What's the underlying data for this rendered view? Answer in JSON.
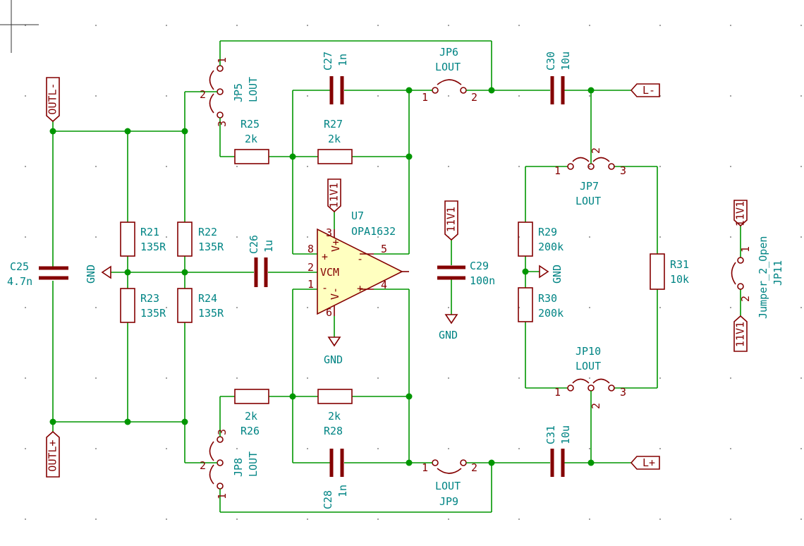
{
  "colors": {
    "wire": "#009600",
    "body": "#840000",
    "text": "#008484",
    "opamp_fill": "#ffffc0",
    "background": "#ffffff"
  },
  "labels": {
    "outl_minus": "OUTL-",
    "outl_plus": "OUTL+",
    "l_minus": "L-",
    "l_plus": "L+",
    "pwr_11v1": "11V1",
    "gnd": "GND"
  },
  "components": {
    "c25": {
      "ref": "C25",
      "value": "4.7n"
    },
    "c26": {
      "ref": "C26",
      "value": "1u"
    },
    "c27": {
      "ref": "C27",
      "value": "1n"
    },
    "c28": {
      "ref": "C28",
      "value": "1n"
    },
    "c29": {
      "ref": "C29",
      "value": "100n"
    },
    "c30": {
      "ref": "C30",
      "value": "10u"
    },
    "c31": {
      "ref": "C31",
      "value": "10u"
    },
    "r21": {
      "ref": "R21",
      "value": "135R"
    },
    "r22": {
      "ref": "R22",
      "value": "135R"
    },
    "r23": {
      "ref": "R23",
      "value": "135R"
    },
    "r24": {
      "ref": "R24",
      "value": "135R"
    },
    "r25": {
      "ref": "R25",
      "value": "2k"
    },
    "r26": {
      "ref": "R26",
      "value": "2k"
    },
    "r27": {
      "ref": "R27",
      "value": "2k"
    },
    "r28": {
      "ref": "R28",
      "value": "2k"
    },
    "r29": {
      "ref": "R29",
      "value": "200k"
    },
    "r30": {
      "ref": "R30",
      "value": "200k"
    },
    "r31": {
      "ref": "R31",
      "value": "10k"
    },
    "jp5": {
      "ref": "JP5",
      "value": "LOUT"
    },
    "jp6": {
      "ref": "JP6",
      "value": "LOUT"
    },
    "jp7": {
      "ref": "JP7",
      "value": "LOUT"
    },
    "jp8": {
      "ref": "JP8",
      "value": "LOUT"
    },
    "jp9": {
      "ref": "JP9",
      "value": "LOUT"
    },
    "jp10": {
      "ref": "JP10",
      "value": "LOUT"
    },
    "jp11": {
      "ref": "JP11",
      "value": "Jumper_2_Open"
    },
    "u7": {
      "ref": "U7",
      "value": "OPA1632",
      "vcm": "VCM",
      "vplus": "V+",
      "vminus": "V-",
      "plus": "+",
      "minus": "-"
    }
  },
  "pins": {
    "p1": "1",
    "p2": "2",
    "p3": "3",
    "p4": "4",
    "p5": "5",
    "p6": "6",
    "p8": "8"
  }
}
